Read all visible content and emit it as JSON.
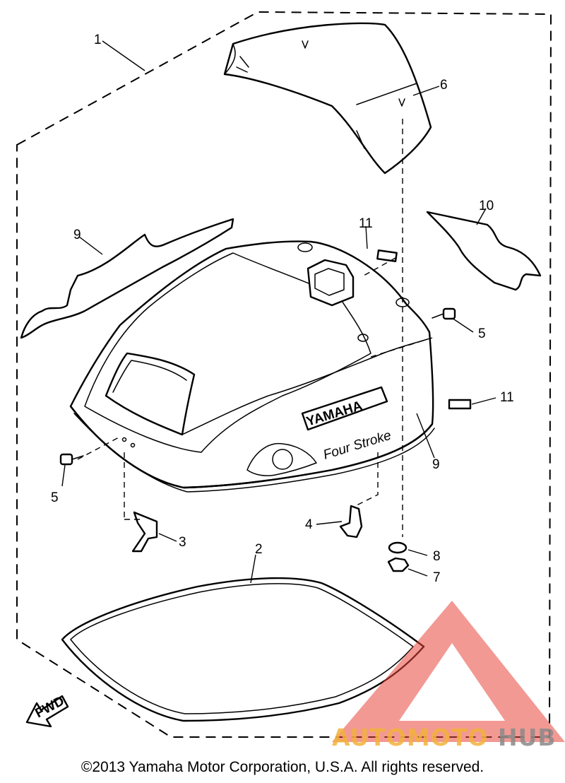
{
  "callouts": {
    "c1": "1",
    "c2": "2",
    "c3": "3",
    "c4": "4",
    "c5a": "5",
    "c5b": "5",
    "c6": "6",
    "c7": "7",
    "c8": "8",
    "c9a": "9",
    "c9b": "9",
    "c10": "10",
    "c11a": "11",
    "c11b": "11"
  },
  "brand_text": "YAMAHA",
  "model_text": "Four Stroke",
  "fwd_text": "FWD",
  "copyright": "©2013 Yamaha Motor Corporation, U.S.A. All rights reserved.",
  "watermark": {
    "part1": "AUTOMOTO",
    "part2": "HUB",
    "color_orange": "#f2b13a",
    "color_red": "#e8463c",
    "color_gray": "#8a8a8a"
  }
}
